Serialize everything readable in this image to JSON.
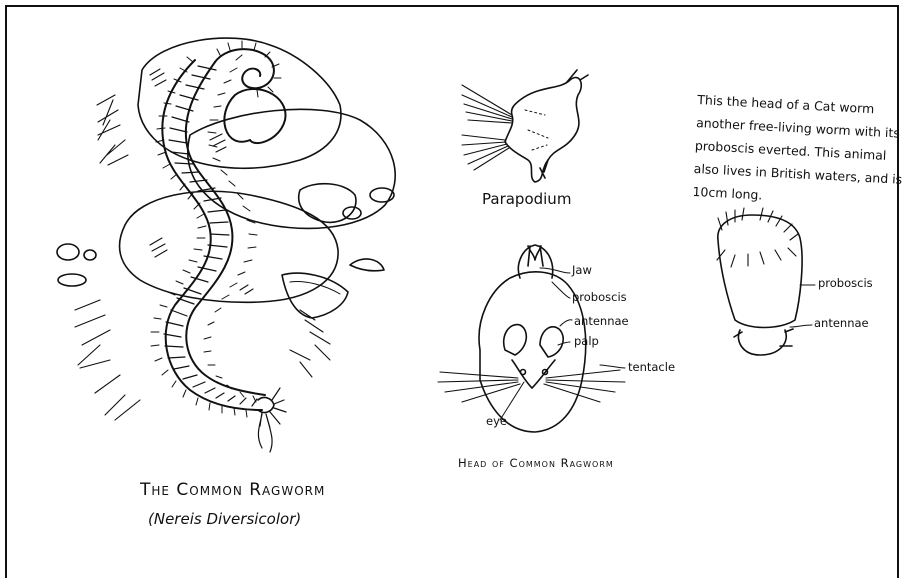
{
  "titles": {
    "main_title": "The Common Ragworm",
    "main_subtitle": "(Nereis Diversicolor)",
    "parapodium": "Parapodium",
    "head_title": "Head of Common Ragworm"
  },
  "note": "This the head of a Cat worm another free-living worm with its proboscis everted. This animal also lives in British waters, and is 10cm long.",
  "head_labels": {
    "jaw": "Jaw",
    "proboscis": "proboscis",
    "antennae": "antennae",
    "palp": "palp",
    "tentacle": "tentacle",
    "eye": "eye"
  },
  "catworm_labels": {
    "proboscis": "proboscis",
    "antennae": "antennae"
  }
}
